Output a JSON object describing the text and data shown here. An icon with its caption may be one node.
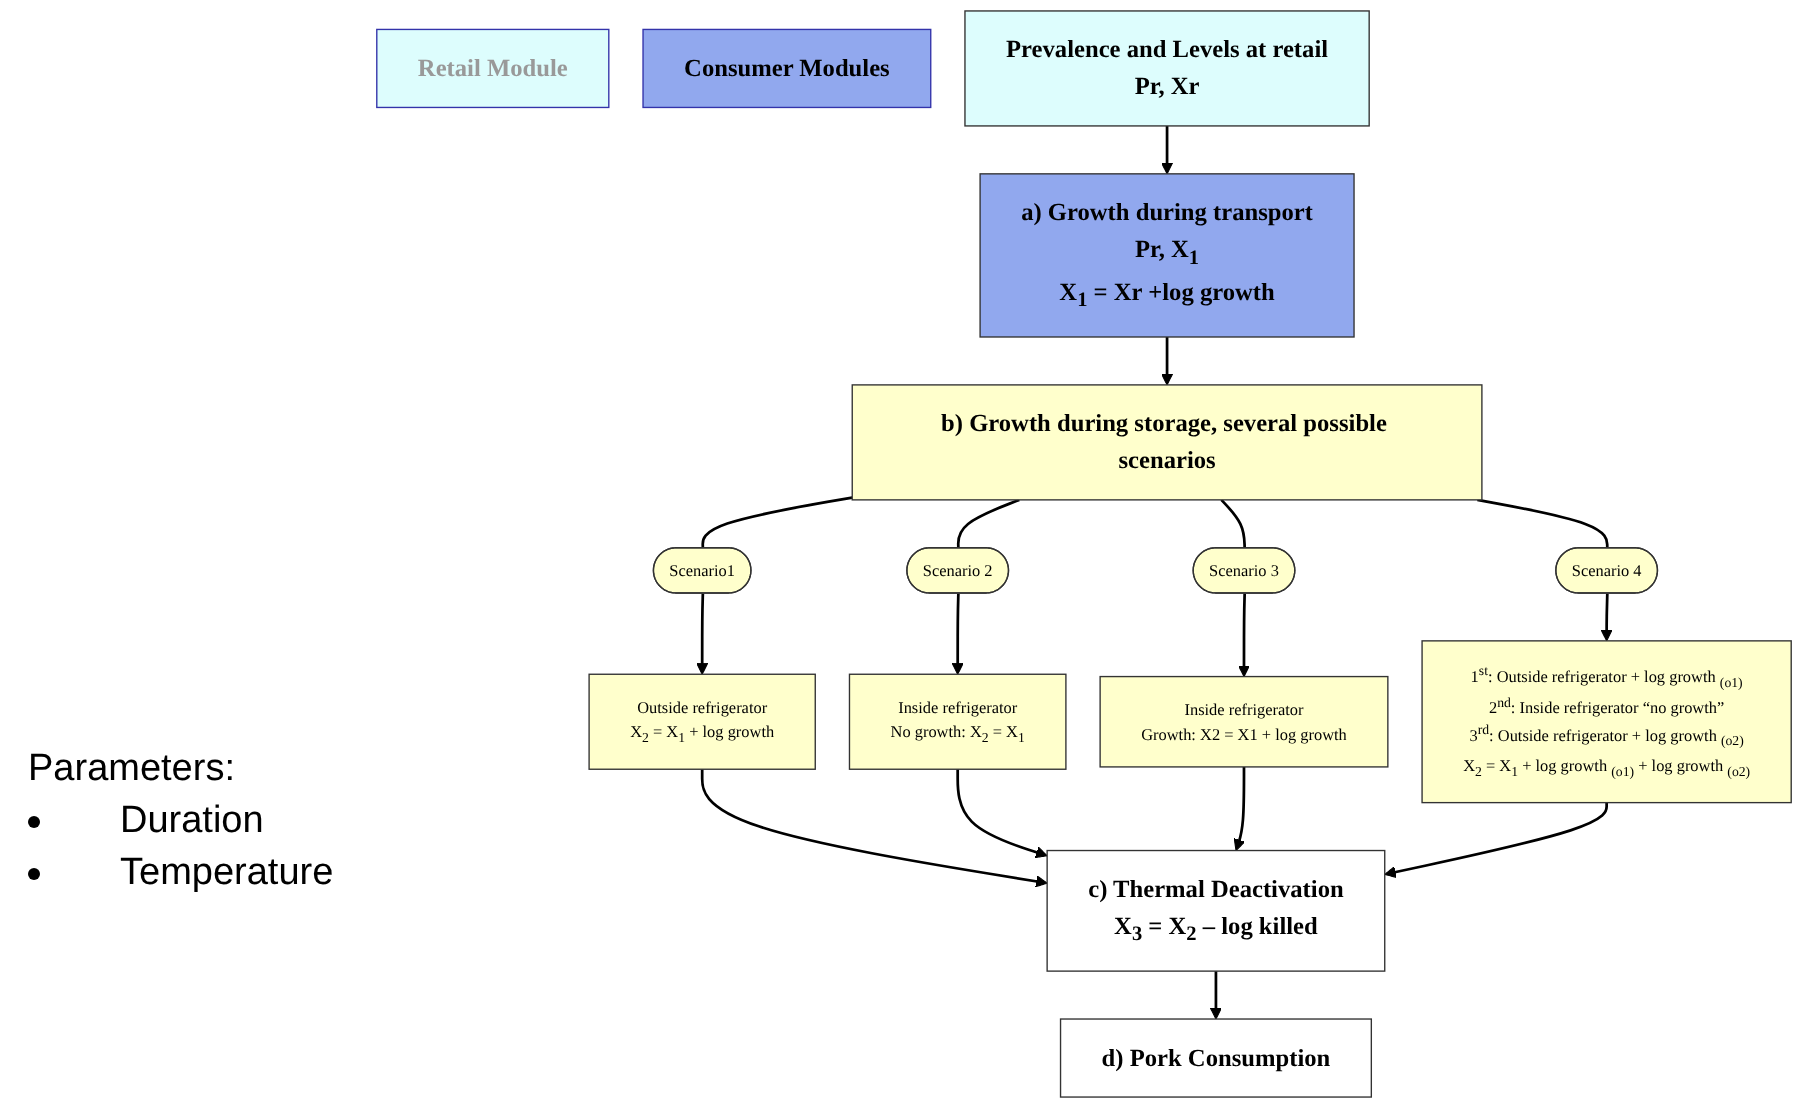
{
  "diagram": {
    "nodes": [
      {
        "text": [
          "Retail Module"
        ]
      },
      {
        "text": [
          "Consumer  Modules"
        ]
      },
      {
        "text": [
          "Prevalence and Levels at retail",
          "Pr, Xr"
        ]
      },
      {
        "text": [
          "a) Growth during transport",
          "Pr, X$_{1}$",
          "X$_{1}$ =  Xr +log growth"
        ]
      },
      {
        "text": [
          "b) Growth during storage, several possible scenarios"
        ]
      },
      {
        "text": [
          "Scenario1"
        ]
      },
      {
        "text": [
          "Scenario 2"
        ]
      },
      {
        "text": [
          "Scenario 3"
        ]
      },
      {
        "text": [
          "Scenario 4"
        ]
      },
      {
        "text": [
          "Outside refrigerator",
          "X$_{2}$ = X$_{1}$ + log growth"
        ]
      },
      {
        "text": [
          "Inside refrigerator",
          "No growth: X$_{2}$ = X$_{1}$"
        ]
      },
      {
        "text": [
          "Inside refrigerator",
          "Growth: X2 = X1 + log growth"
        ]
      },
      {
        "text": [
          "1$^{st}$: Outside refrigerator  + log  growth $_{(o1)}$",
          "2$^{nd}$: Inside refrigerator  “no growth”",
          "3$^{rd}$: Outside refrigerator + log  growth $_{(o2)}$",
          "X$_{2}$ = X$_{1}$ + log  growth $_{(o1)}$  + log  growth $_{(o2)}$"
        ]
      },
      {
        "text": [
          "c) Thermal Deactivation",
          "X$_{3}$ = X$_{2}$ – log killed"
        ]
      },
      {
        "text": [
          "d) Pork Consumption"
        ]
      }
    ],
    "edges": [
      {
        "from": 2,
        "to": 3,
        "arrow": "to"
      },
      {
        "from": 3,
        "to": 4,
        "arrow": "to"
      },
      {
        "from": 4,
        "to": 5,
        "arrow": "none"
      },
      {
        "from": 4,
        "to": 6,
        "arrow": "none"
      },
      {
        "from": 4,
        "to": 7,
        "arrow": "none"
      },
      {
        "from": 4,
        "to": 8,
        "arrow": "none"
      },
      {
        "from": 5,
        "to": 9,
        "arrow": "to"
      },
      {
        "from": 6,
        "to": 10,
        "arrow": "to"
      },
      {
        "from": 7,
        "to": 11,
        "arrow": "to"
      },
      {
        "from": 8,
        "to": 12,
        "arrow": "to"
      },
      {
        "from": 9,
        "to": 13,
        "arrow": "to"
      },
      {
        "from": 10,
        "to": 13,
        "arrow": "to"
      },
      {
        "from": 11,
        "to": 13,
        "arrow": "to"
      },
      {
        "from": 12,
        "to": 13,
        "arrow": "to"
      },
      {
        "from": 13,
        "to": 14,
        "arrow": "to"
      }
    ],
    "labels": [
      "Parameters:",
      "Duration",
      "Temperature"
    ]
  }
}
